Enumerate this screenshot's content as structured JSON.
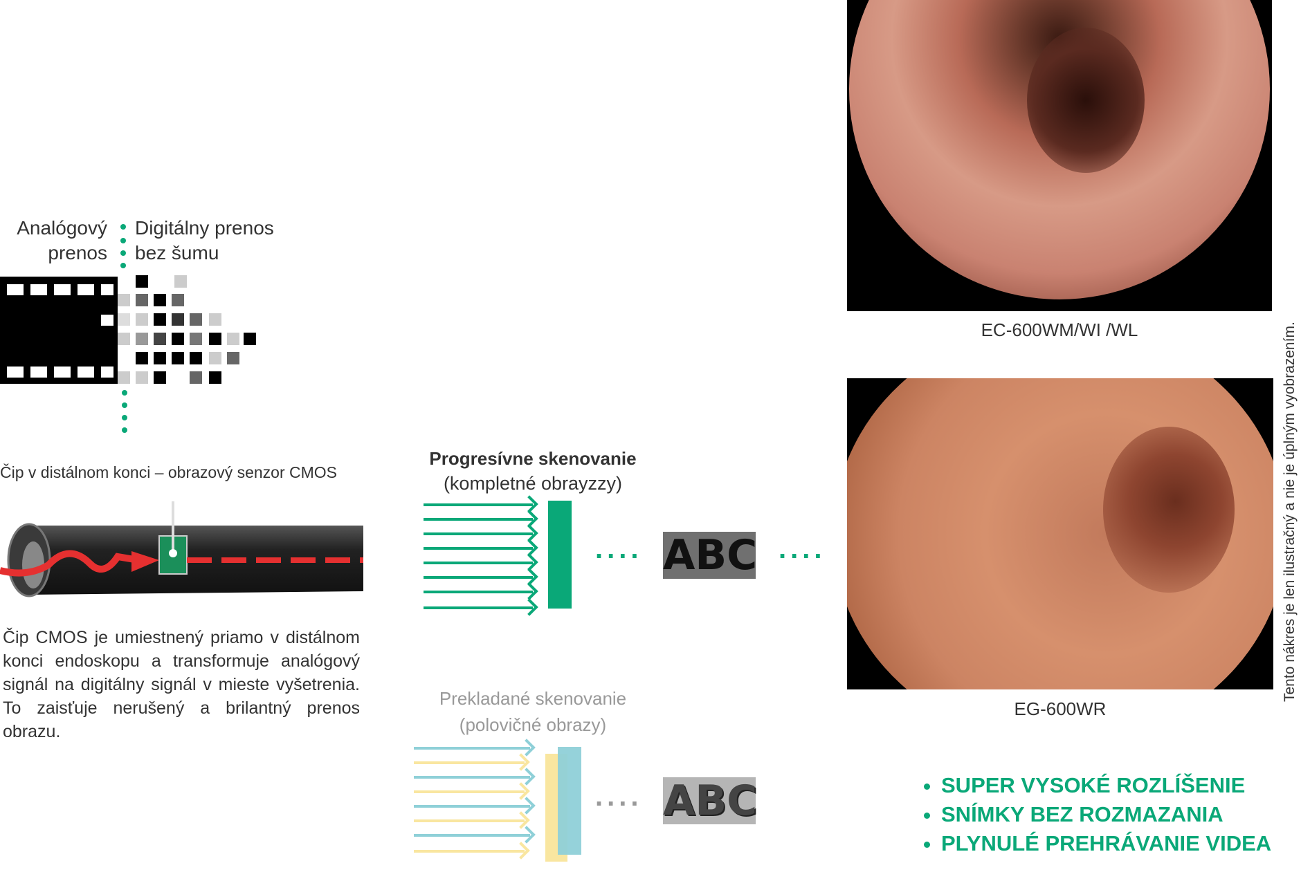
{
  "transmission": {
    "analog_label": "Analógový prenos",
    "digital_label": "Digitálny prenos bez šumu"
  },
  "chip": {
    "title": "Čip v distálnom konci – obrazový senzor CMOS",
    "description": "Čip CMOS je umiestnený priamo v distálnom konci endoskopu a transformuje analógový signál na digitálny signál v mieste vyšetrenia. To zaisťuje nerušený a brilantný prenos obrazu."
  },
  "progressive": {
    "title": "Progresívne skenovanie",
    "subtitle": "(kompletné obrayzzy)",
    "sample": "ABC",
    "ellipsis": "....",
    "color": "#0aa878"
  },
  "interlaced": {
    "title": "Prekladané skenovanie",
    "subtitle": "(polovičné obrazy)",
    "sample": "ABC",
    "ellipsis": "....",
    "color_a": "#8fd0d8",
    "color_b": "#f9e6a0"
  },
  "images": [
    {
      "caption": "EC-600WM/WI /WL"
    },
    {
      "caption": "EG-600WR"
    }
  ],
  "features": [
    "SUPER VYSOKÉ ROZLÍŠENIE",
    "SNÍMKY BEZ ROZMAZANIA",
    "PLYNULÉ PREHRÁVANIE VIDEA"
  ],
  "disclaimer": "Tento nákres je len ilustračný a nie je úplným vyobrazením.",
  "colors": {
    "accent": "#0aa878",
    "signal": "#e53030"
  }
}
